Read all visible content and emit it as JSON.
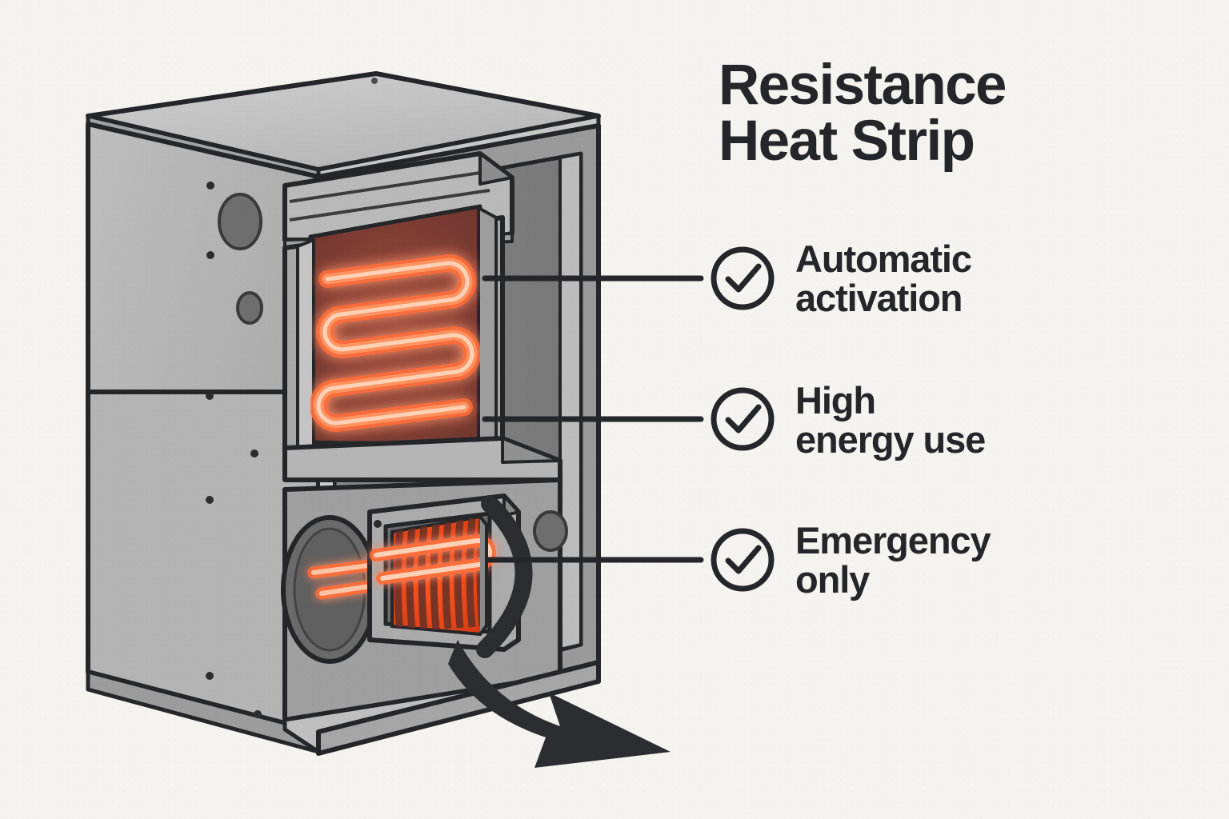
{
  "page": {
    "background_color": "#f4f3ef",
    "ink_color": "#24262a"
  },
  "title": {
    "line1": "Resistance",
    "line2": "Heat Strip"
  },
  "bullets": [
    {
      "icon": "check-circle-icon",
      "line1": "Automatic",
      "line2": "activation"
    },
    {
      "icon": "check-circle-icon",
      "line1": "High",
      "line2": "energy use"
    },
    {
      "icon": "check-circle-icon",
      "line1": "Emergency",
      "line2": "only"
    }
  ],
  "illustration": {
    "subject": "resistance-heat-strip-furnace-cutaway",
    "colors": {
      "cabinet_light": "#c2c2c2",
      "cabinet_mid": "#b0b0b0",
      "cabinet_dark": "#8e8e8e",
      "cabinet_shadow": "#6e6e6e",
      "outline": "#24262a",
      "chamber_red": "#7c3a31",
      "coil_glow": "#ff7a4d",
      "coil_core": "#ffd9c4",
      "blower_orange": "#f9431a",
      "arrow": "#2b2d31"
    },
    "parts": [
      "top-panel",
      "left-side-panel",
      "panel-seam",
      "access-port-oval",
      "screw-dot",
      "louver-baffle",
      "heating-chamber",
      "serpentine-heating-coil",
      "blower-housing",
      "blower-drum",
      "blower-fins",
      "airflow-arrow",
      "leader-line"
    ],
    "coil_runs": 4,
    "blower_fin_count": 9
  }
}
